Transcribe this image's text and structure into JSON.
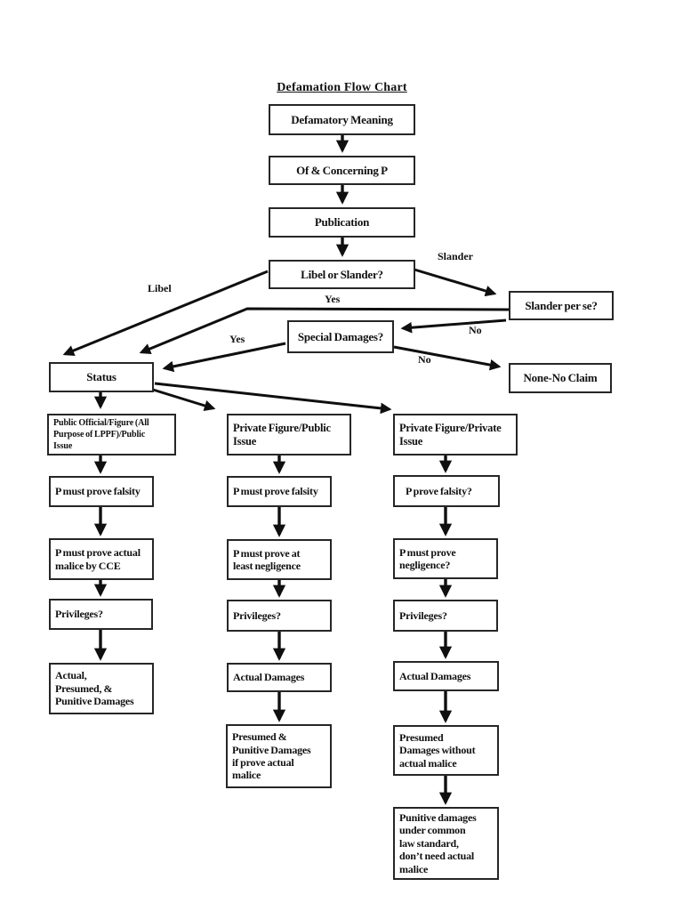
{
  "title": "Defamation Flow Chart",
  "colors": {
    "background": "#ffffff",
    "ink": "#111111",
    "box_border": "#262626"
  },
  "nodes": {
    "defamatory_meaning": "Defamatory Meaning",
    "of_and_concerning_p": "Of & Concerning P",
    "publication": "Publication",
    "libel_or_slander": "Libel or Slander?",
    "slander_per_se": "Slander per se?",
    "special_damages": "Special Damages?",
    "none_no_claim": "None-No Claim",
    "status": "Status",
    "public_official_header": "Public Official/Figure (All\nPurpose of LPPF)/Public\nIssue",
    "private_public_header": "Private Figure/Public\nIssue",
    "private_private_header": "Private Figure/Private\nIssue",
    "po_falsity": "P must prove falsity",
    "po_actual_malice": "P must prove actual\nmalice by CCE",
    "po_privileges": "Privileges?",
    "po_damages": "Actual,\nPresumed, &\nPunitive Damages",
    "pfpub_falsity": "P must prove falsity",
    "pfpub_negligence": "P must prove at\nleast negligence",
    "pfpub_privileges": "Privileges?",
    "pfpub_actual_damages": "Actual Damages",
    "pfpub_presumed_punitive": "Presumed &\nPunitive Damages\nif prove actual\nmalice",
    "pfpriv_falsity": "P prove falsity?",
    "pfpriv_negligence": "P must prove\nnegligence?",
    "pfpriv_privileges": "Privileges?",
    "pfpriv_actual_damages": "Actual Damages",
    "pfpriv_presumed": "Presumed\nDamages without\nactual malice",
    "pfpriv_punitive": "Punitive damages\nunder common\nlaw standard,\ndon’t need actual\nmalice"
  },
  "edge_labels": {
    "libel": "Libel",
    "slander": "Slander",
    "yes_slander_per_se": "Yes",
    "yes_special_damages": "Yes",
    "no_special_damages": "No",
    "no_none_claim": "No"
  }
}
